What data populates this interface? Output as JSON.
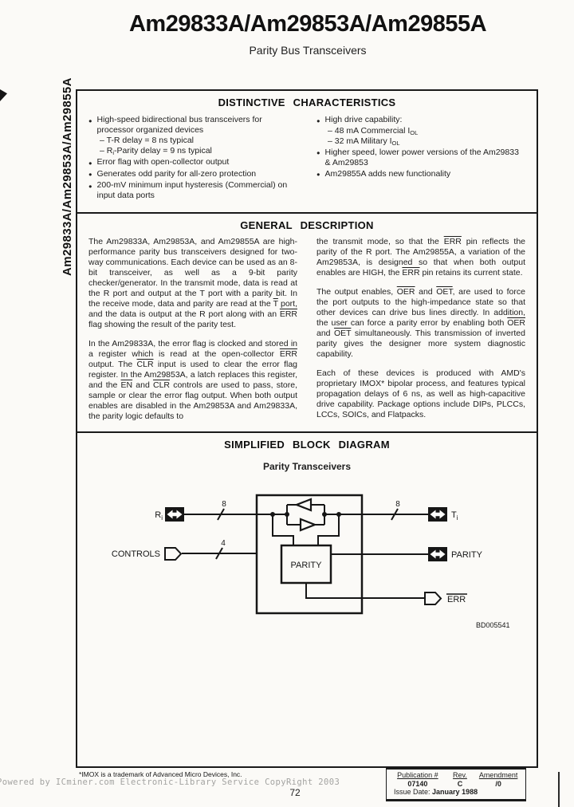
{
  "glyphs": {
    "bullet": "●"
  },
  "header": {
    "title": "Am29833A/Am29853A/Am29855A",
    "subtitle": "Parity Bus Transceivers",
    "side_label": "Am29833A/Am29853A/Am29855A"
  },
  "characteristics": {
    "heading": "DISTINCTIVE CHARACTERISTICS",
    "left": [
      {
        "text": "High-speed bidirectional bus transceivers for processor organized devices",
        "subs": [
          "– T-R delay = 8 ns typical",
          "– R<sub>i</sub>-Parity delay = 9 ns typical"
        ]
      },
      {
        "text": "Error flag with open-collector output"
      },
      {
        "text": "Generates odd parity for all-zero protection"
      },
      {
        "text": "200-mV minimum input hysteresis (Commercial) on input data ports"
      }
    ],
    "right": [
      {
        "text": "High drive capability:",
        "subs": [
          "– 48 mA Commercial I<sub>OL</sub>",
          "– 32 mA Military I<sub>OL</sub>"
        ]
      },
      {
        "text": "Higher speed, lower power versions of the Am29833 & Am29853"
      },
      {
        "text": "Am29855A adds new functionality"
      }
    ]
  },
  "description": {
    "heading": "GENERAL DESCRIPTION",
    "left_paragraphs": [
      "The Am29833A, Am29853A, and Am29855A are high-performance parity bus transceivers designed for two-way communications. Each device can be used as an 8-bit transceiver, as well as a 9-bit parity checker/generator. In the transmit mode, data is read at the R port and output at the T port with a parity bit. In the receive mode, data and parity are read at the <span class=\"o\">T</span> port, and the data is output at the R port along with an <span class=\"o\">ERR</span> flag showing the result of the parity test.",
      "In the Am29833A, the error flag is clocked and stored in a register which is read at the open-collector <span class=\"o\">ERR</span> output. The <span class=\"o\">CLR</span> input is used to clear the error flag register. In the Am29853A, a latch replaces this register, and the <span class=\"o\">EN</span> and <span class=\"o\">CLR</span> controls are used to pass, store, sample or clear the error flag output. When both output enables are disabled in the Am29853A and Am29833A, the parity logic defaults to"
    ],
    "right_paragraphs": [
      "the transmit mode, so that the <span class=\"o\">ERR</span> pin reflects the parity of the R port. The Am29855A, a variation of the Am29853A, is designed so that when both output enables are HIGH, the <span class=\"o\">ERR</span> pin retains its current state.",
      "The output enables, <span class=\"o\">OER</span> and <span class=\"o\">OET</span>, are used to force the port outputs to the high-impedance state so that other devices can drive bus lines directly. In addition, the user can force a parity error by enabling both <span class=\"o\">OER</span> and <span class=\"o\">OET</span> simultaneously. This transmission of inverted parity gives the designer more system diagnostic capability.",
      "Each of these devices is produced with AMD's proprietary IMOX* bipolar process, and features typical propagation delays of 6 ns, as well as high-capacitive drive capability. Package options include DIPs, PLCCs, LCCs, SOICs, and Flatpacks."
    ]
  },
  "diagram": {
    "heading": "SIMPLIFIED BLOCK DIAGRAM",
    "subheading": "Parity Transceivers",
    "figure_code": "BD005541",
    "labels": {
      "r": "R",
      "r_sub": "i",
      "t": "T",
      "t_sub": "i",
      "controls": "CONTROLS",
      "parity_block": "PARITY",
      "parity_port": "PARITY",
      "err": "ERR",
      "r_bus": "8",
      "t_bus": "8",
      "controls_bus": "4"
    }
  },
  "footer": {
    "trademark_note": "*IMOX is a trademark of Advanced Micro Devices, Inc.",
    "watermark": "Powered by ICminer.com Electronic-Library Service CopyRight 2003",
    "page_number": "72",
    "publication": {
      "labels": [
        "Publication #",
        "Rev.",
        "Amendment"
      ],
      "values": [
        "07140",
        "C",
        "/0"
      ],
      "issue_label": "Issue Date:",
      "issue_value": "January 1988"
    }
  }
}
